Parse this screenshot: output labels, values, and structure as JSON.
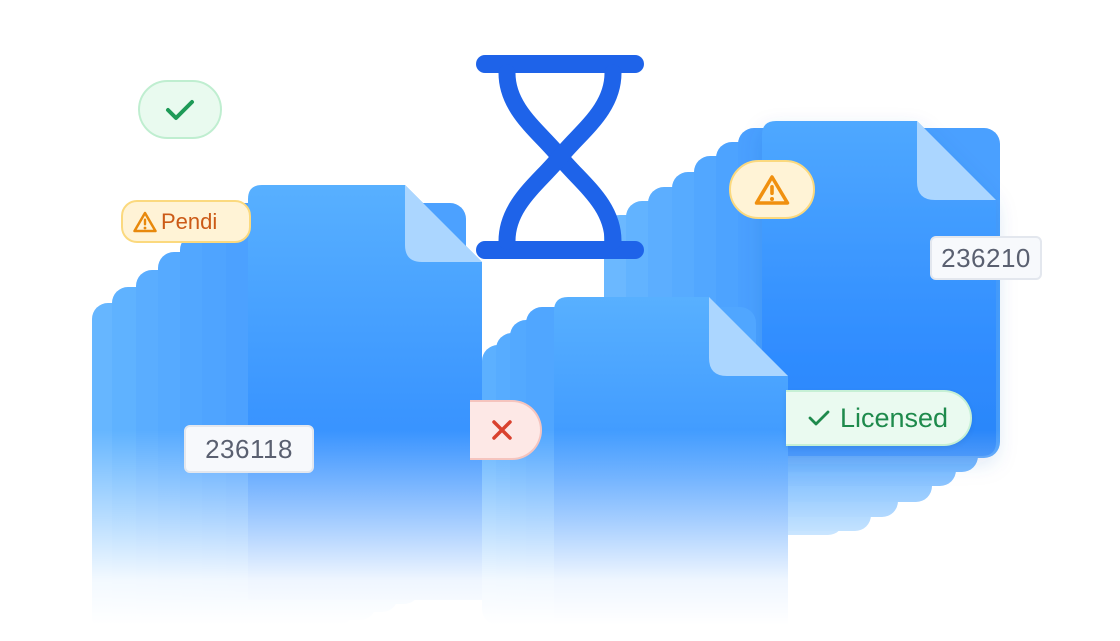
{
  "badges": {
    "pending_label": "Pendi",
    "licensed_label": "Licensed",
    "id_left": "236118",
    "id_right": "236210"
  },
  "icons": {
    "hourglass": "hourglass-icon",
    "check": "check-icon",
    "warning": "warning-icon",
    "close": "close-icon"
  },
  "colors": {
    "document_blue": "#2f8cff",
    "document_fold": "#a9d4ff",
    "hourglass": "#1e63e9",
    "success": "#1e9a57",
    "warning": "#f0900f",
    "error": "#d9412e"
  }
}
